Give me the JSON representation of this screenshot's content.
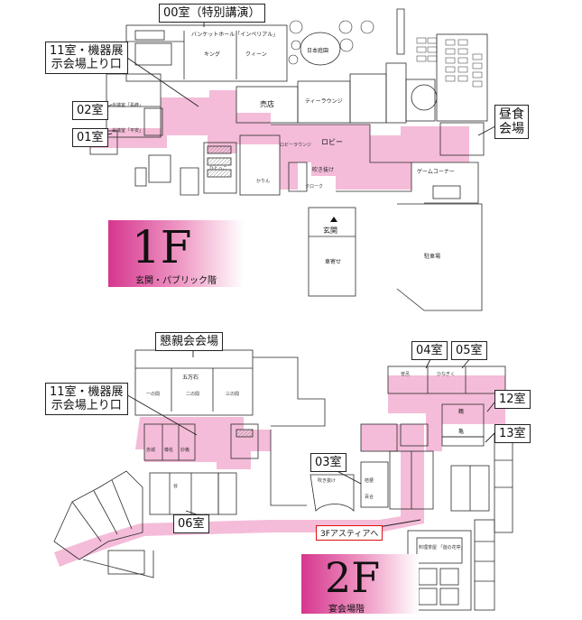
{
  "floor1": {
    "badge_number": "1F",
    "badge_subtitle": "玄関・パブリック階",
    "callouts": {
      "room00": "00室（特別講演）",
      "room11": "11室・機器展\n示会場上り口",
      "room02": "02室",
      "room01": "01室",
      "lunch": "昼食\n会場"
    },
    "labels": {
      "banquet": "バンケットホール「インペリアル」",
      "king": "キング",
      "queen": "クィーン",
      "garden": "日本庭園",
      "shop": "売店",
      "tea_lounge": "ティーラウンジ",
      "lobby": "ロビー",
      "lobby_lounge": "ロビーラウンジ",
      "atrium": "吹き抜け",
      "game_corner": "ゲームコーナー",
      "entrance": "玄関",
      "car_porch": "車寄せ",
      "parking": "駐車場",
      "cloak": "クローク",
      "conf_nagamine": "会議室「長峰」",
      "conf_heian": "会議室「平安」",
      "hotaru": "ひとっこ",
      "karin": "かりん"
    }
  },
  "floor2": {
    "badge_number": "2F",
    "badge_subtitle": "宴会場階",
    "callouts": {
      "reception": "懇親会会場",
      "room11": "11室・機器展\n示会場上り口",
      "room04": "04室",
      "room05": "05室",
      "room12": "12室",
      "room13": "13室",
      "room03": "03室",
      "room06": "06室",
      "astia": "3Fアスティアへ"
    },
    "labels": {
      "gomangoku": "五万石",
      "ichi_no_ma": "一の間",
      "ni_no_ma": "二の間",
      "san_no_ma": "三の間",
      "soka": "曽呂",
      "hinagiku": "ひなぎく",
      "tsuru": "鶴",
      "kame": "亀",
      "sakaki": "赤城",
      "haruna": "榛名",
      "myogi": "妙義",
      "tani": "谷",
      "atrium": "吹き抜け",
      "kyoka": "桔梗",
      "yuri": "百合",
      "ryotei": "料理茶屋\n「遊の花亭」"
    }
  },
  "colors": {
    "pink_fill": "#f4bcd8",
    "badge_dark": "#d6378f",
    "line": "#2a2a2a"
  }
}
